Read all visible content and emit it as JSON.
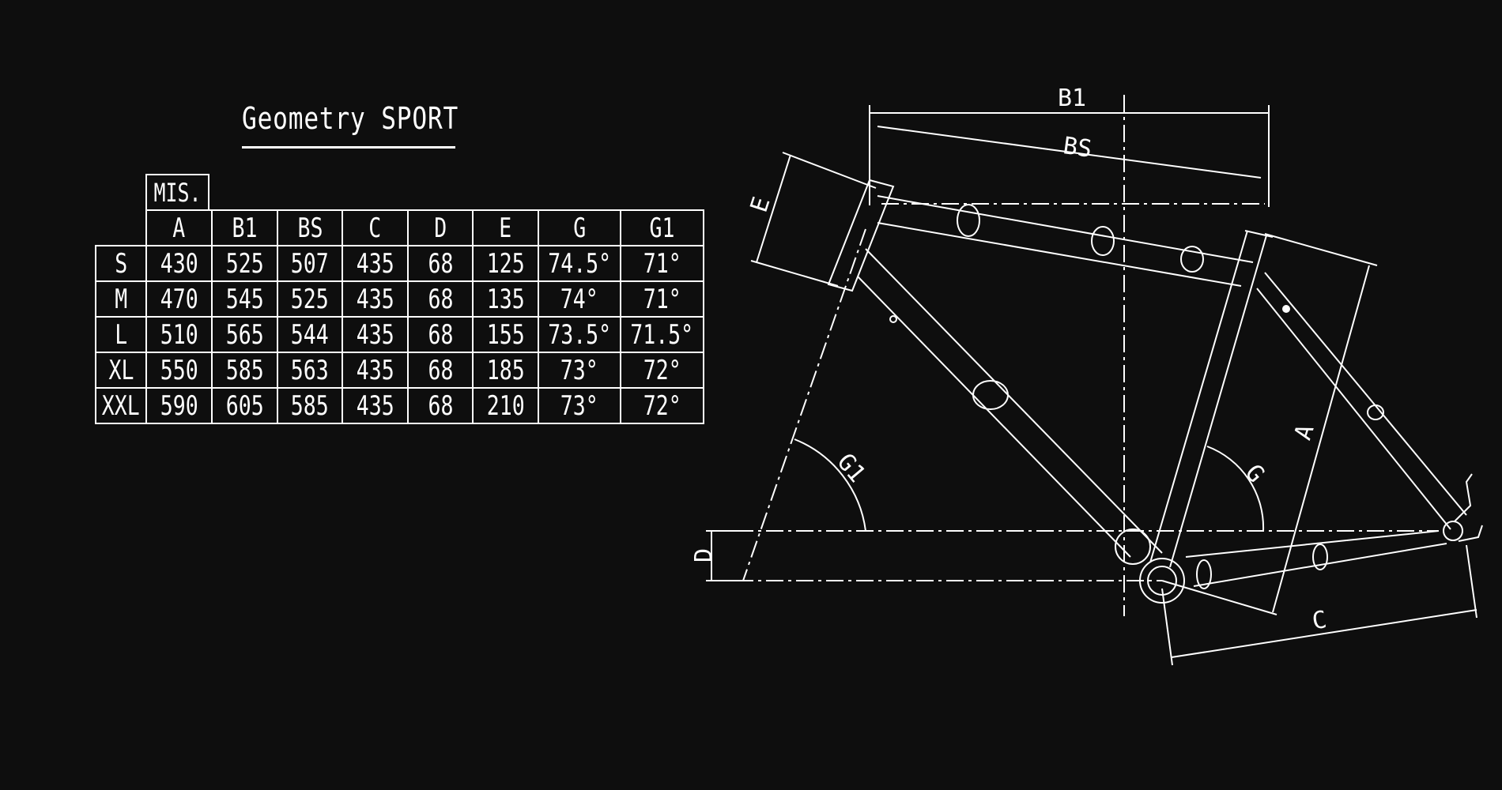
{
  "title": "Geometry SPORT",
  "size_label": "MIS.",
  "columns": [
    "A",
    "B1",
    "BS",
    "C",
    "D",
    "E",
    "G",
    "G1"
  ],
  "rows": [
    {
      "size": "S",
      "values": [
        "430",
        "525",
        "507",
        "435",
        "68",
        "125",
        "74.5°",
        "71°"
      ]
    },
    {
      "size": "M",
      "values": [
        "470",
        "545",
        "525",
        "435",
        "68",
        "135",
        "74°",
        "71°"
      ]
    },
    {
      "size": "L",
      "values": [
        "510",
        "565",
        "544",
        "435",
        "68",
        "155",
        "73.5°",
        "71.5°"
      ]
    },
    {
      "size": "XL",
      "values": [
        "550",
        "585",
        "563",
        "435",
        "68",
        "185",
        "73°",
        "72°"
      ]
    },
    {
      "size": "XXL",
      "values": [
        "590",
        "605",
        "585",
        "435",
        "68",
        "210",
        "73°",
        "72°"
      ]
    }
  ],
  "diagram_labels": {
    "b1": "B1",
    "bs": "BS",
    "e": "E",
    "a": "A",
    "c": "C",
    "d": "D",
    "g": "G",
    "g1": "G1"
  },
  "colors": {
    "background": "#0e0e0e",
    "line": "#ffffff"
  }
}
